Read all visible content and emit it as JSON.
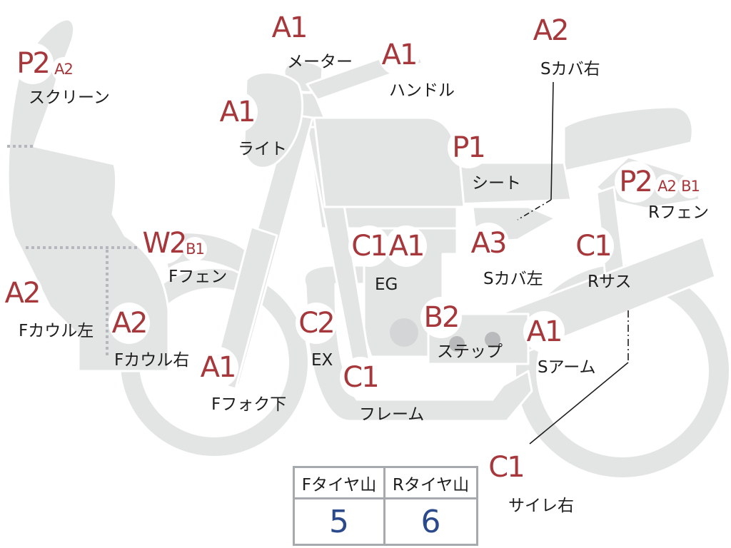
{
  "colors": {
    "part_fill": "#e3e4e4",
    "part_stroke": "#ffffff",
    "grade": "#a6373b",
    "value": "#2a4a8c",
    "line": "#b4b7bb"
  },
  "parts": [
    {
      "id": "screen",
      "label": "スクリーン",
      "grades": [
        "P2",
        "A2"
      ]
    },
    {
      "id": "meter",
      "label": "メーター",
      "grades": [
        "A1"
      ]
    },
    {
      "id": "handle",
      "label": "ハンドル",
      "grades": [
        "A1"
      ]
    },
    {
      "id": "light",
      "label": "ライト",
      "grades": [
        "A1"
      ]
    },
    {
      "id": "seat",
      "label": "シート",
      "grades": [
        "P1"
      ]
    },
    {
      "id": "s-cover-r",
      "label": "Sカバ右",
      "grades": [
        "A2"
      ]
    },
    {
      "id": "r-fender",
      "label": "Rフェン",
      "grades": [
        "P2",
        "A2",
        "B1"
      ]
    },
    {
      "id": "f-fender",
      "label": "Fフェン",
      "grades": [
        "W2",
        "B1"
      ]
    },
    {
      "id": "engine",
      "label": "EG",
      "grades": [
        "C1",
        "A1"
      ]
    },
    {
      "id": "s-cover-l",
      "label": "Sカバ左",
      "grades": [
        "A3"
      ]
    },
    {
      "id": "r-sus",
      "label": "Rサス",
      "grades": [
        "C1"
      ]
    },
    {
      "id": "f-cowl-l",
      "label": "Fカウル左",
      "grades": [
        "A2"
      ]
    },
    {
      "id": "f-cowl-r",
      "label": "Fカウル右",
      "grades": [
        "A2"
      ]
    },
    {
      "id": "exhaust",
      "label": "EX",
      "grades": [
        "C2"
      ]
    },
    {
      "id": "step",
      "label": "ステップ",
      "grades": [
        "B2"
      ]
    },
    {
      "id": "s-arm",
      "label": "Sアーム",
      "grades": [
        "A1"
      ]
    },
    {
      "id": "f-fork",
      "label": "Fフォク下",
      "grades": [
        "A1"
      ]
    },
    {
      "id": "frame",
      "label": "フレーム",
      "grades": [
        "C1"
      ]
    },
    {
      "id": "muffler-r",
      "label": "サイレ右",
      "grades": [
        "C1"
      ]
    }
  ],
  "tire_table": {
    "front_header": "Fタイヤ山",
    "rear_header": "Rタイヤ山",
    "front_value": "5",
    "rear_value": "6"
  }
}
